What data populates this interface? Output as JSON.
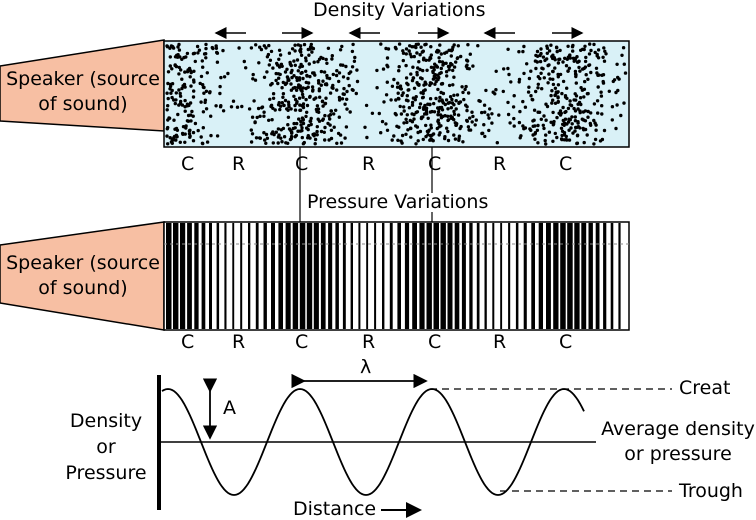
{
  "density_section": {
    "title": "Density Variations",
    "speaker_label_line1": "Speaker (source",
    "speaker_label_line2": "of sound)",
    "zone_labels": [
      "C",
      "R",
      "C",
      "R",
      "C",
      "R",
      "C"
    ]
  },
  "pressure_section": {
    "title": "Pressure Variations",
    "speaker_label_line1": "Speaker (source",
    "speaker_label_line2": "of sound)",
    "zone_labels": [
      "C",
      "R",
      "C",
      "R",
      "C",
      "R",
      "C"
    ]
  },
  "wave_graph": {
    "y_label_line1": "Density",
    "y_label_line2": "or",
    "y_label_line3": "Pressure",
    "x_label": "Distance",
    "wavelength_symbol": "λ",
    "amplitude_symbol": "A",
    "crest_label": "Creat",
    "trough_label": "Trough",
    "average_label_line1": "Average density",
    "average_label_line2": "or pressure"
  },
  "colors": {
    "speaker_fill": "#f7bfa3",
    "tube_fill": "#d9f1f7",
    "stroke": "#000000"
  }
}
